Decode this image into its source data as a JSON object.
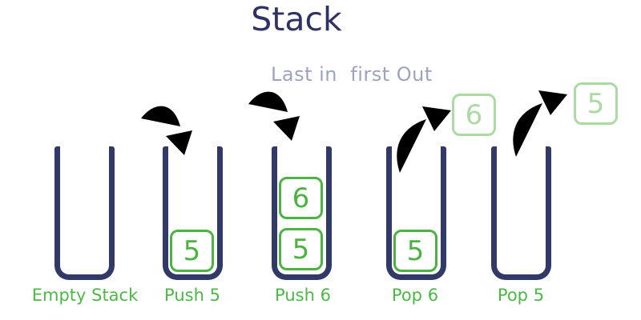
{
  "title": "Stack",
  "subtitle": "Last in  first Out",
  "colors": {
    "navy": "#313a66",
    "title_navy": "#2e3363",
    "green": "#4cb343",
    "green_faded": "#abdba3",
    "subtitle_gray": "#9da3bf"
  },
  "stages": [
    {
      "label": "Empty Stack",
      "items": [],
      "arrow": null,
      "popped": null
    },
    {
      "label": "Push 5",
      "items": [
        "5"
      ],
      "arrow": "push-arrow-icon",
      "popped": null
    },
    {
      "label": "Push 6",
      "items": [
        "5",
        "6"
      ],
      "arrow": "push-arrow-icon",
      "popped": null
    },
    {
      "label": "Pop 6",
      "items": [
        "5"
      ],
      "arrow": "pop-arrow-icon",
      "popped": "6"
    },
    {
      "label": "Pop 5",
      "items": [],
      "arrow": "pop-arrow-icon",
      "popped": "5"
    }
  ]
}
